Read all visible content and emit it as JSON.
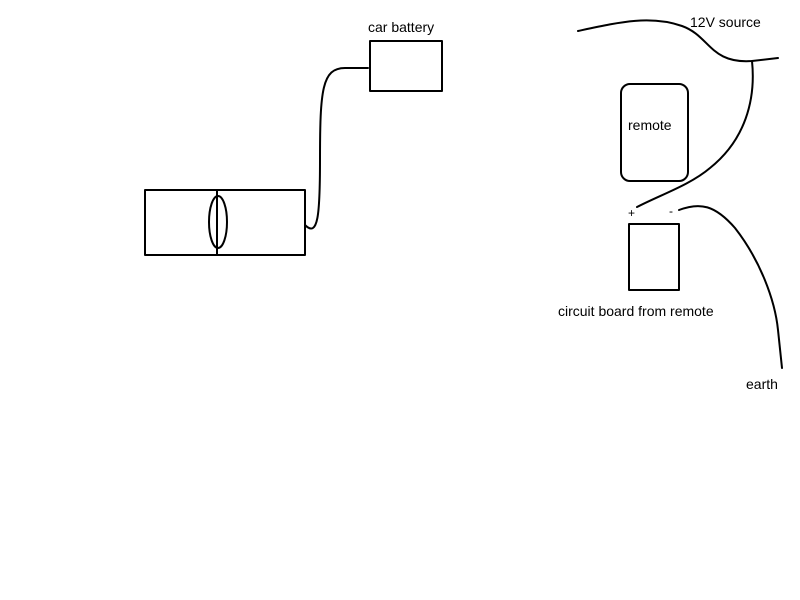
{
  "labels": {
    "car_battery": "car battery",
    "source_12v": "12V source",
    "remote": "remote",
    "terminal_plus": "+",
    "terminal_minus": "-",
    "circuit_board": "circuit board from remote",
    "earth": "earth"
  },
  "colors": {
    "stroke": "#000000",
    "background": "#ffffff"
  }
}
